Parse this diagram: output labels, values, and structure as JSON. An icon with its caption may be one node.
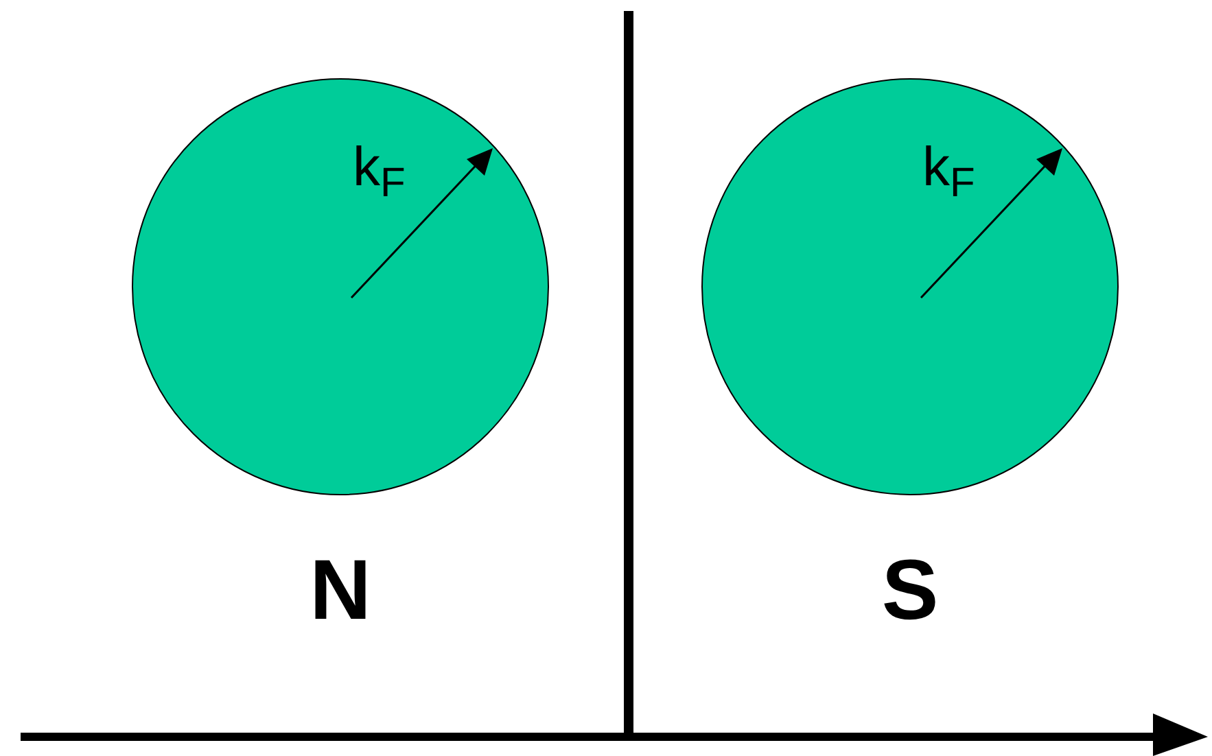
{
  "diagram": {
    "nodes": [
      {
        "text": [
          "k$_{F}$"
        ]
      },
      {
        "text": [
          "k$_{F}$"
        ]
      }
    ],
    "labels": [
      "N",
      "S"
    ]
  }
}
